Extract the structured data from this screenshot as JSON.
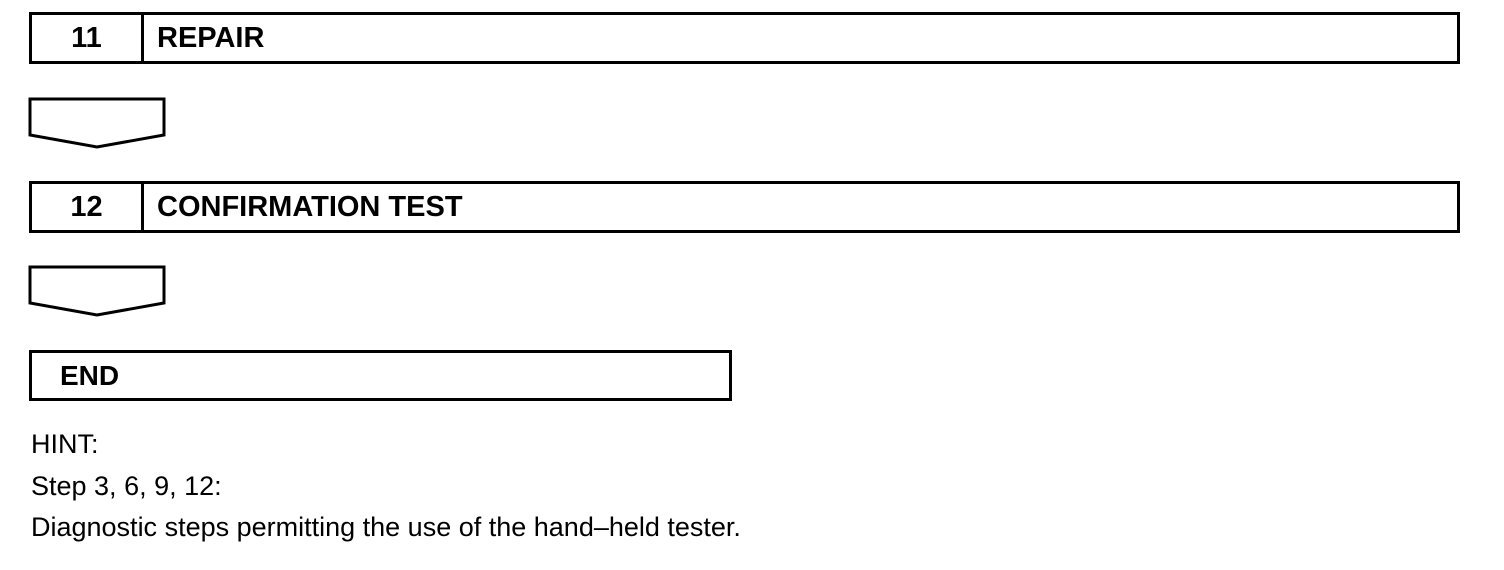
{
  "steps": [
    {
      "number": "11",
      "title": "REPAIR"
    },
    {
      "number": "12",
      "title": "CONFIRMATION TEST"
    }
  ],
  "end_label": "END",
  "hint": {
    "heading": "HINT:",
    "steps_line": "Step 3, 6, 9, 12:",
    "description": "Diagnostic steps permitting the use of the hand–held tester."
  }
}
